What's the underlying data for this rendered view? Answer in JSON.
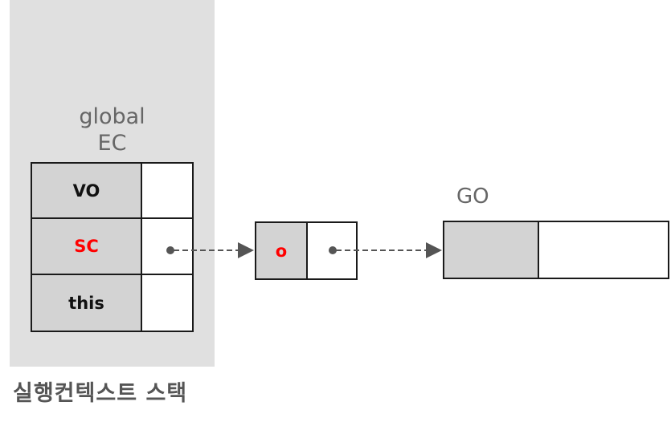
{
  "execution_context": {
    "title_line1": "global",
    "title_line2": "EC",
    "rows": [
      {
        "label": "VO",
        "highlight_color": "#111111"
      },
      {
        "label": "SC",
        "highlight_color": "#ff0000"
      },
      {
        "label": "this",
        "highlight_color": "#111111"
      }
    ]
  },
  "scope_chain_node": {
    "label": "o",
    "color": "#ff0000"
  },
  "global_object": {
    "label": "GO"
  },
  "caption": "실행컨텍스트 스택",
  "colors": {
    "stack_background": "#e0e0e0",
    "cell_gray": "#d3d3d3",
    "arrow": "#555555",
    "highlight": "#ff0000"
  }
}
